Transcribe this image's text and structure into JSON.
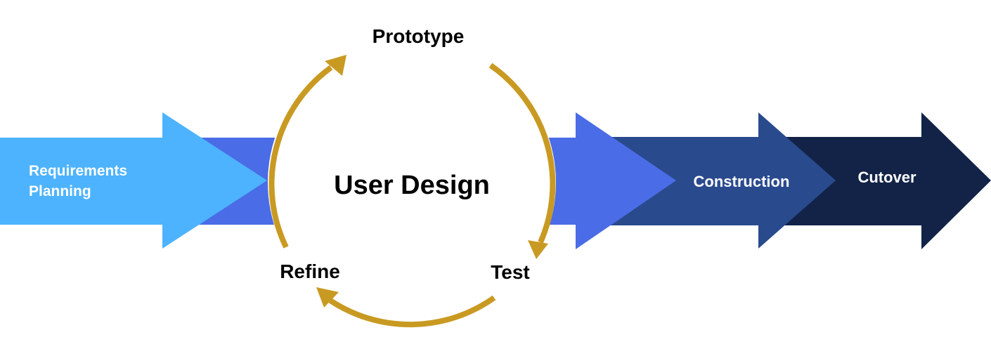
{
  "phases": {
    "requirements": {
      "line1": "Requirements",
      "line2": "Planning"
    },
    "user_design": "User Design",
    "construction": "Construction",
    "cutover": "Cutover"
  },
  "cycle": {
    "prototype": "Prototype",
    "test": "Test",
    "refine": "Refine"
  },
  "colors": {
    "requirements": "#4DB3FF",
    "user_design": "#4A6CE6",
    "construction": "#2A4A8E",
    "cutover": "#122347",
    "cycle_arrow": "#C99A22"
  }
}
